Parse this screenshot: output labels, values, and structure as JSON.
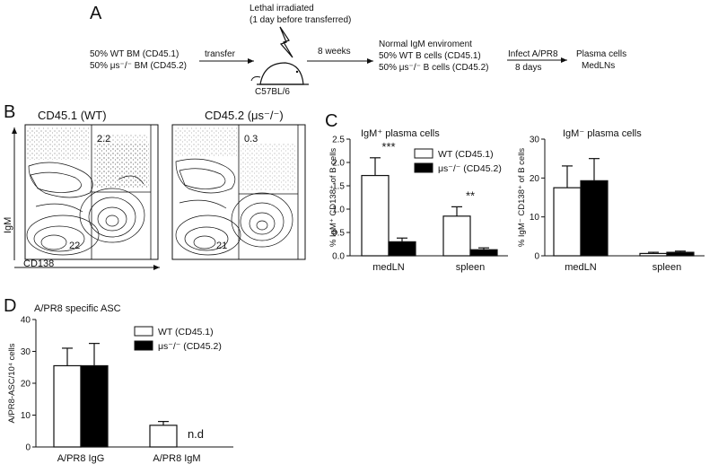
{
  "panelA": {
    "letter": "A",
    "donor_line1": "50% WT BM (CD45.1)",
    "donor_line2": "50% μs⁻/⁻ BM (CD45.2)",
    "transfer_label": "transfer",
    "irradiation_line1": "Lethal irradiated",
    "irradiation_line2": "(1 day before transferred)",
    "mouse_label": "C57BL/6",
    "weeks_label": "8 weeks",
    "env_line1": "Normal IgM enviroment",
    "env_line2": "50% WT B cells (CD45.1)",
    "env_line3": "50% μs⁻/⁻ B cells (CD45.2)",
    "infect_label": "Infect A/PR8",
    "days_label": "8 days",
    "result_line1": "Plasma cells",
    "result_line2": "MedLNs"
  },
  "panelB": {
    "letter": "B",
    "left_title": "CD45.1 (WT)",
    "right_title": "CD45.2 (μs⁻/⁻)",
    "left_q_upper": "2.2",
    "left_q_lower": "22",
    "right_q_upper": "0.3",
    "right_q_lower": "21",
    "y_axis": "IgM",
    "x_axis": "CD138"
  },
  "colors": {
    "wt_fill": "#ffffff",
    "mu_fill": "#000000",
    "stroke": "#111111"
  },
  "chart_data": [
    {
      "id": "C-left",
      "panel_letter": "C",
      "type": "bar",
      "title": "IgM⁺ plasma cells",
      "ylabel": "% IgM⁺ CD138⁺ of B cells",
      "categories": [
        "medLN",
        "spleen"
      ],
      "ylim": [
        0,
        2.5
      ],
      "yticks": [
        "0.0",
        "0.5",
        "1.0",
        "1.5",
        "2.0",
        "2.5"
      ],
      "series": [
        {
          "name": "WT (CD45.1)",
          "values": [
            1.72,
            0.85
          ],
          "errors": [
            0.38,
            0.2
          ]
        },
        {
          "name": "μs⁻/⁻ (CD45.2)",
          "values": [
            0.3,
            0.13
          ],
          "errors": [
            0.08,
            0.04
          ]
        }
      ],
      "annotations": [
        "***",
        "**"
      ],
      "legend": "top-right"
    },
    {
      "id": "C-right",
      "type": "bar",
      "title": "IgM⁻ plasma cells",
      "ylabel": "% IgM⁻ CD138⁺ of B cells",
      "categories": [
        "medLN",
        "spleen"
      ],
      "ylim": [
        0,
        30
      ],
      "yticks": [
        "0",
        "10",
        "20",
        "30"
      ],
      "series": [
        {
          "name": "WT (CD45.1)",
          "values": [
            17.5,
            0.6
          ],
          "errors": [
            5.6,
            0.3
          ]
        },
        {
          "name": "μs⁻/⁻ (CD45.2)",
          "values": [
            19.3,
            0.9
          ],
          "errors": [
            5.7,
            0.3
          ]
        }
      ]
    },
    {
      "id": "D",
      "panel_letter": "D",
      "type": "bar",
      "title": "A/PR8 specific ASC",
      "ylabel": "A/PR8-ASC/10⁴ cells",
      "categories": [
        "A/PR8 IgG",
        "A/PR8 IgM"
      ],
      "ylim": [
        0,
        40
      ],
      "yticks": [
        "0",
        "10",
        "20",
        "30",
        "40"
      ],
      "series": [
        {
          "name": "WT (CD45.1)",
          "values": [
            25.5,
            6.8
          ],
          "errors": [
            5.5,
            1.2
          ]
        },
        {
          "name": "μs⁻/⁻ (CD45.2)",
          "values": [
            25.5,
            null
          ],
          "errors": [
            7.0,
            null
          ]
        }
      ],
      "annotations": [
        "",
        "n.d"
      ],
      "legend": "top-right"
    }
  ]
}
